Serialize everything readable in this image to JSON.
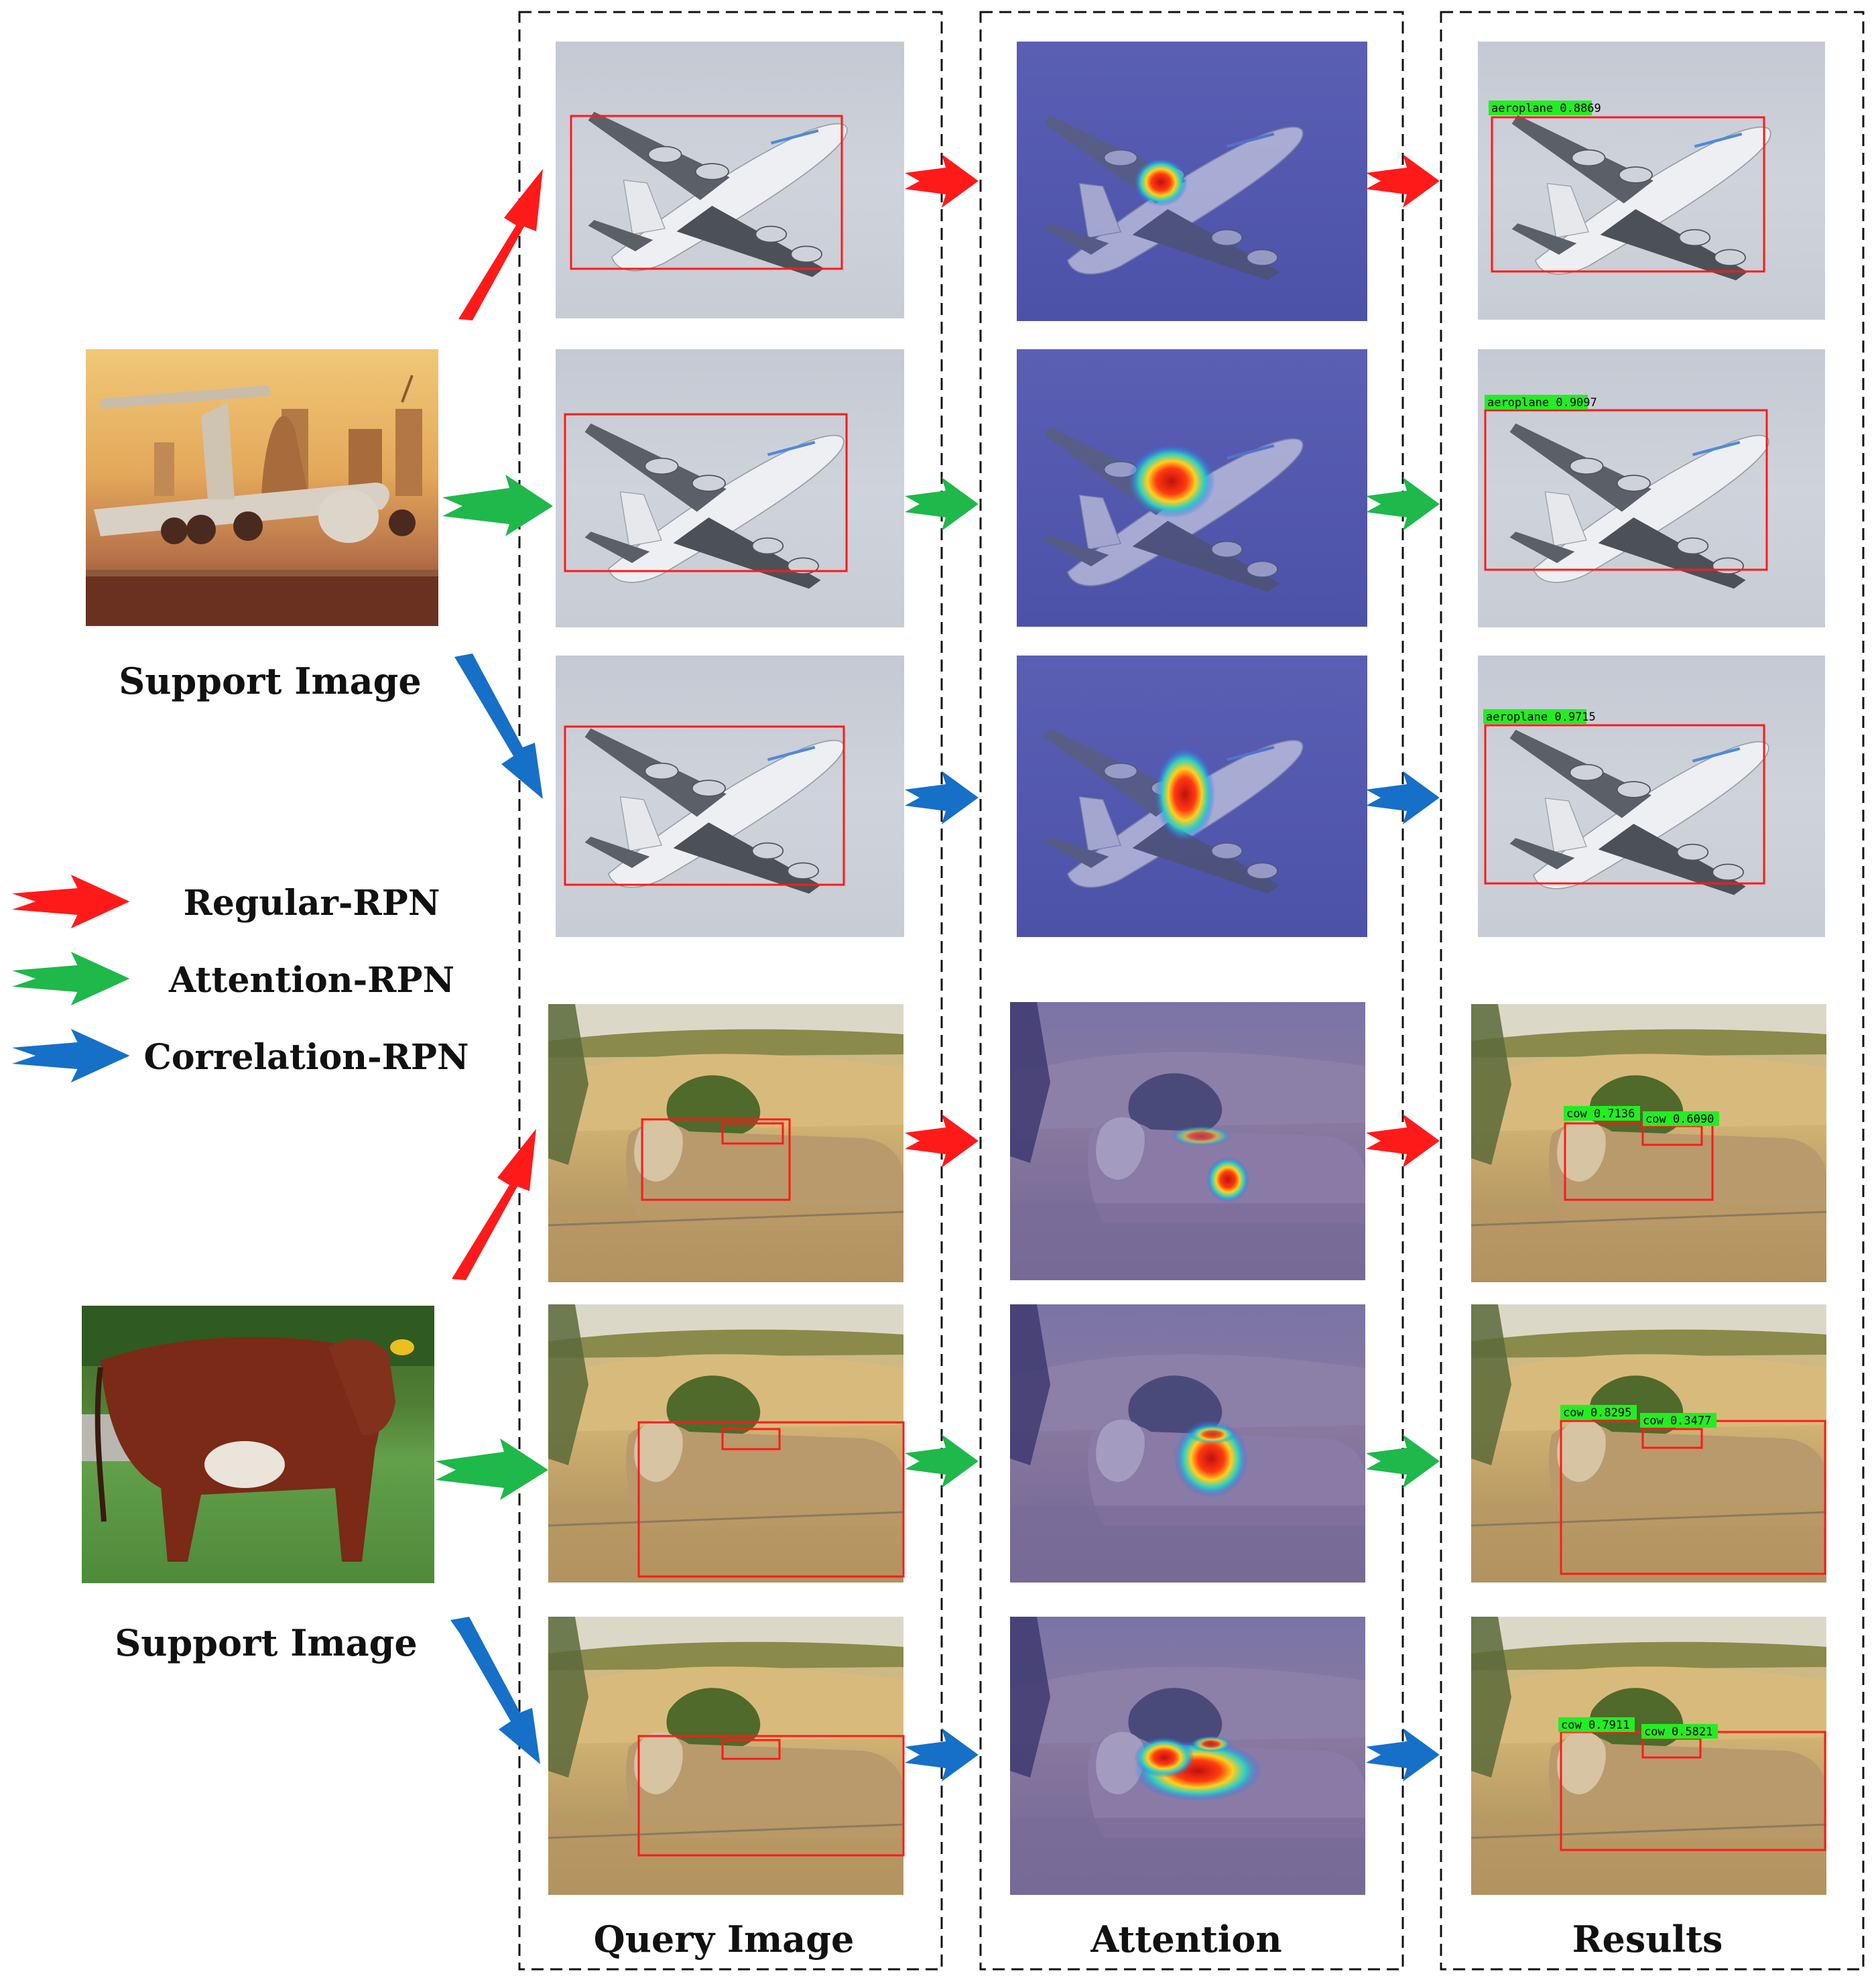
{
  "figure": {
    "support_label": "Support Image",
    "column_titles": {
      "query": "Query Image",
      "attention": "Attention",
      "results": "Results"
    },
    "legend": [
      {
        "label": "Regular-RPN",
        "color": "#ff1a1a"
      },
      {
        "label": "Attention-RPN",
        "color": "#1fb84a"
      },
      {
        "label": "Correlation-RPN",
        "color": "#1670c8"
      }
    ],
    "aeroplane_detections": [
      {
        "method": "Regular-RPN",
        "labels": [
          "aeroplane 0.8869"
        ]
      },
      {
        "method": "Attention-RPN",
        "labels": [
          "aeroplane 0.9097"
        ]
      },
      {
        "method": "Correlation-RPN",
        "labels": [
          "aeroplane 0.9715"
        ]
      }
    ],
    "cow_detections": [
      {
        "method": "Regular-RPN",
        "labels": [
          "cow 0.7136",
          "cow 0.6090"
        ]
      },
      {
        "method": "Attention-RPN",
        "labels": [
          "cow 0.8295",
          "cow 0.3477"
        ]
      },
      {
        "method": "Correlation-RPN",
        "labels": [
          "cow 0.7911",
          "cow 0.5821"
        ]
      }
    ],
    "colors": {
      "box": "#ff1a1a",
      "detection_tag": "#22ee22",
      "attention_overlay": "#4a4fb0",
      "sky": "#c7ccd6",
      "grass": "#c4a870"
    }
  }
}
